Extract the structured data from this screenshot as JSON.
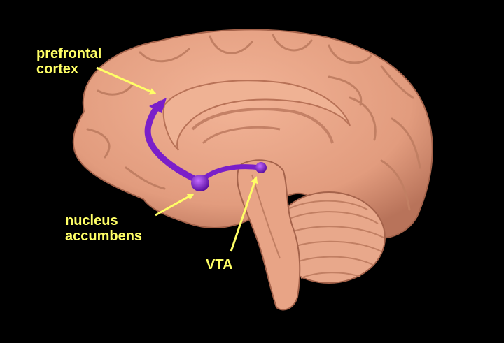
{
  "labels": {
    "prefrontal_cortex": [
      "prefrontal",
      "cortex"
    ],
    "nucleus_accumbens": [
      "nucleus",
      "accumbens"
    ],
    "vta": "VTA"
  },
  "colors": {
    "background": "#000000",
    "brain_tissue": "#e8a486",
    "brain_shadow": "#b8735a",
    "pathway": "#7a1fc9",
    "label_text": "#ffff66"
  }
}
